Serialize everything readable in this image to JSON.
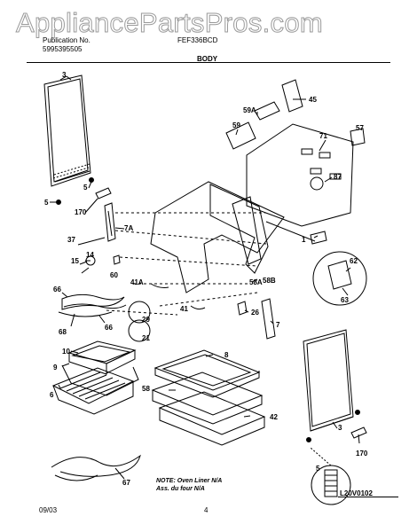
{
  "watermark": "AppliancePartsPros.com",
  "header": {
    "publication_label": "Publication No.",
    "publication_number": "5995395505",
    "model": "FEF336BCD",
    "section": "BODY"
  },
  "parts": {
    "p3_top": "3",
    "p5_left": "5",
    "p5_left2": "5",
    "p170_left": "170",
    "p7A": "7A",
    "p37": "37",
    "p14": "14",
    "p15": "15",
    "p60": "60",
    "p41A": "41A",
    "p66_left": "66",
    "p68_left": "68",
    "p66_right": "66",
    "p29": "29",
    "p41": "41",
    "p21": "21",
    "p10": "10",
    "p9": "9",
    "p6": "6",
    "p67": "67",
    "p8": "8",
    "p58": "58",
    "p42": "42",
    "p45": "45",
    "p59A": "59A",
    "p59": "59",
    "p71": "71",
    "p57": "57",
    "p87": "87",
    "p1": "1",
    "p62": "62",
    "p63": "63",
    "p58A": "58A",
    "p58B": "58B",
    "p26": "26",
    "p7": "7",
    "p3_right": "3",
    "p5_right": "5",
    "p170_right": "170"
  },
  "note": {
    "line1": "NOTE: Oven Liner N/A",
    "line2": "Ass. du four N/A"
  },
  "footer": {
    "date": "09/03",
    "page": "4",
    "code": "L20V0102"
  }
}
